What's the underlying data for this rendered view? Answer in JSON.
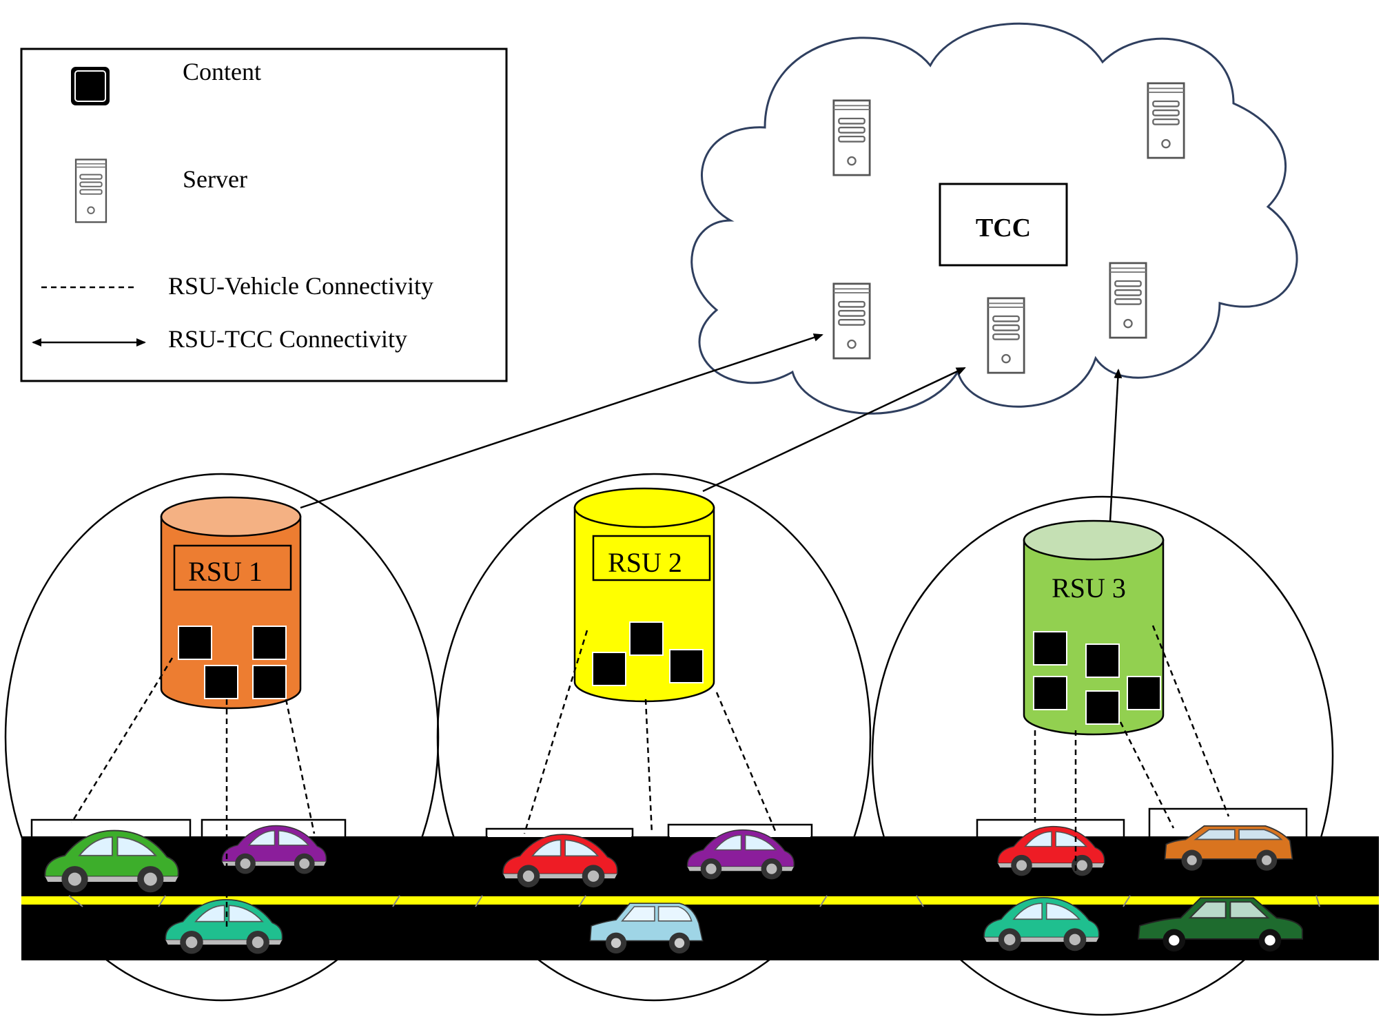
{
  "legend": {
    "content_label": "Content",
    "server_label": "Server",
    "rsu_vehicle_label": "RSU-Vehicle Connectivity",
    "rsu_tcc_label": "RSU-TCC Connectivity"
  },
  "cloud": {
    "tcc_label": "TCC",
    "server_count": 5
  },
  "rsus": [
    {
      "label": "RSU 1",
      "color": "#ed7d31",
      "top_color": "#f4b183",
      "content_blocks": 4
    },
    {
      "label": "RSU 2",
      "color": "#ffff00",
      "top_color": "#ffff00",
      "content_blocks": 3
    },
    {
      "label": "RSU 3",
      "color": "#92d050",
      "top_color": "#c5e0b4",
      "content_blocks": 5
    }
  ],
  "colors": {
    "road": "#000000",
    "lane_line": "#ffff00",
    "cloud_outline": "#2f3f5f",
    "car_green": "#3dae2b",
    "car_purple": "#8b1e9b",
    "car_teal": "#1fbf8f",
    "car_red": "#ee1c25",
    "car_lightblue": "#9fd5e6",
    "car_orange": "#d9741f",
    "car_darkgreen": "#1e6b2e"
  }
}
